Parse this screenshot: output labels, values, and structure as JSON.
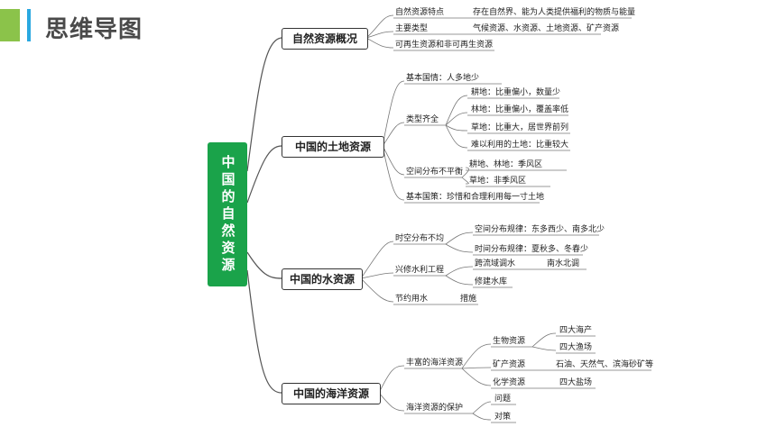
{
  "title": "思维导图",
  "root": "中国的自然资源",
  "branches": {
    "b1": "自然资源概况",
    "b2": "中国的土地资源",
    "b3": "中国的水资源",
    "b4": "中国的海洋资源"
  },
  "nodes": {
    "b1_1": "自然资源特点",
    "b1_1a": "存在自然界、能为人类提供福利的物质与能量",
    "b1_2": "主要类型",
    "b1_2a": "气候资源、水资源、土地资源、矿产资源",
    "b1_3": "可再生资源和非可再生资源",
    "b2_1": "基本国情：人多地少",
    "b2_2": "类型齐全",
    "b2_2a": "耕地：比重偏小，数量少",
    "b2_2b": "林地：比重偏小，覆盖率低",
    "b2_2c": "草地：比重大，居世界前列",
    "b2_2d": "难以利用的土地：比重较大",
    "b2_3": "空间分布不平衡",
    "b2_3a": "耕地、林地：季风区",
    "b2_3b": "草地：非季风区",
    "b2_4": "基本国策：珍惜和合理利用每一寸土地",
    "b3_1": "时空分布不均",
    "b3_1a": "空间分布规律：东多西少、南多北少",
    "b3_1b": "时间分布规律：夏秋多、冬春少",
    "b3_2": "兴修水利工程",
    "b3_2a": "跨流域调水",
    "b3_2a1": "南水北调",
    "b3_2b": "修建水库",
    "b3_3": "节约用水",
    "b3_3a": "措施",
    "b4_1": "丰富的海洋资源",
    "b4_1a": "生物资源",
    "b4_1a1": "四大海产",
    "b4_1a2": "四大渔场",
    "b4_1b": "矿产资源",
    "b4_1b1": "石油、天然气、滨海砂矿等",
    "b4_1c": "化学资源",
    "b4_1c1": "四大盐场",
    "b4_2": "海洋资源的保护",
    "b4_2a": "问题",
    "b4_2b": "对策"
  }
}
